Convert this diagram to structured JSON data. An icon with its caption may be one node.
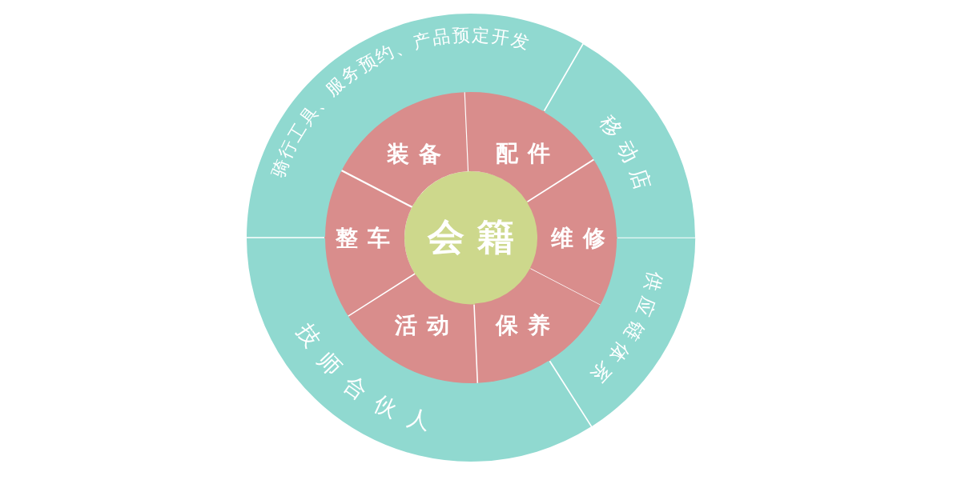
{
  "diagram": {
    "nodes": [
      {
        "text": [
          "会籍"
        ]
      },
      {
        "text": [
          "装备"
        ]
      },
      {
        "text": [
          "配件"
        ]
      },
      {
        "text": [
          "维修"
        ]
      },
      {
        "text": [
          "保养"
        ]
      },
      {
        "text": [
          "活动"
        ]
      },
      {
        "text": [
          "整车"
        ]
      },
      {
        "text": [
          "骑行工具、服务预约、产品预定开发"
        ]
      },
      {
        "text": [
          "移动店"
        ]
      },
      {
        "text": [
          "供应链体系"
        ]
      },
      {
        "text": [
          "技师合伙人"
        ]
      }
    ]
  }
}
